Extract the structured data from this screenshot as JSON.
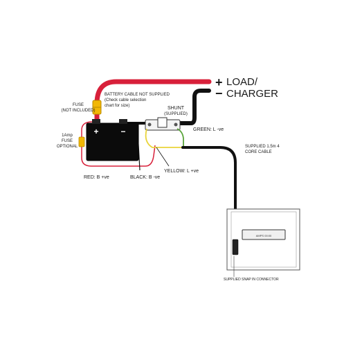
{
  "labels": {
    "load": "LOAD/",
    "charger": "CHARGER",
    "plus_symbol": "+",
    "minus_symbol": "−",
    "fuse_line1": "FUSE",
    "fuse_line2": "(NOT INCLUDED)",
    "battery_cable_line1": "BATTERY CABLE NOT SUPPLIED",
    "battery_cable_line2": "(Check cable selection",
    "battery_cable_line3": "chart for size)",
    "shunt_line1": "SHUNT",
    "shunt_line2": "(SUPPLIED)",
    "amp_fuse_line1": "1Amp",
    "amp_fuse_line2": "FUSE",
    "amp_fuse_line3": "OPTIONAL",
    "green": "GREEN: L -ve",
    "yellow": "YELLOW: L +ve",
    "red": "RED: B +ve",
    "black": "BLACK: B -ve",
    "cable_line1": "SUPPLIED 1.5m 4",
    "cable_line2": "CORE CABLE",
    "connector": "SUPPLIED SNAP IN CONNECTOR",
    "display_text": "AMPS 00:00",
    "battery_plus": "+",
    "battery_minus": "−"
  },
  "colors": {
    "red_cable": "#d8203a",
    "black_cable": "#111111",
    "fuse": "#f2b705",
    "green_wire": "#59a33a",
    "yellow_wire": "#e9d43a",
    "red_wire": "#d8203a",
    "outline": "#444444"
  }
}
